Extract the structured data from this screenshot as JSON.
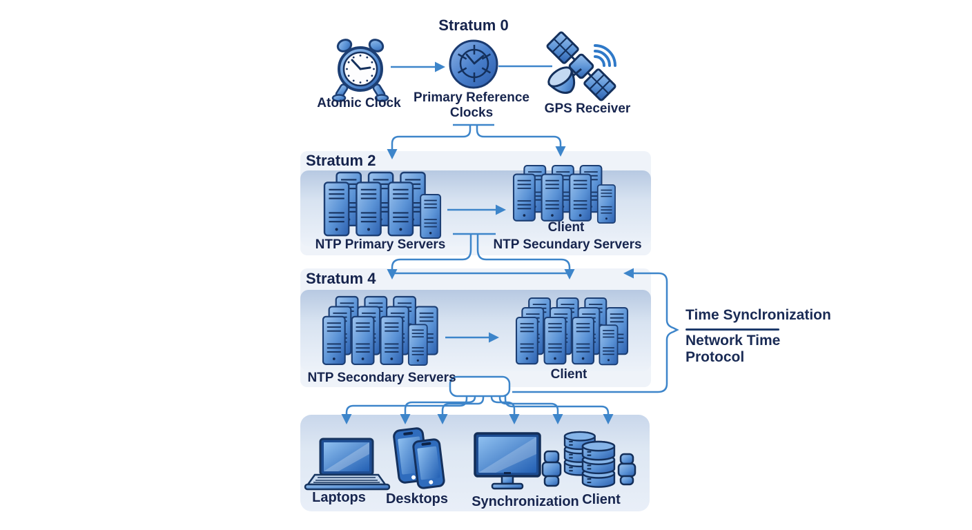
{
  "diagram": {
    "stratum0": {
      "title": "Stratum 0",
      "nodes": [
        {
          "icon": "alarm-clock-icon",
          "label": "Atomic Clock"
        },
        {
          "icon": "reference-clock-icon",
          "label": "Primary Reference Clocks"
        },
        {
          "icon": "gps-satellite-icon",
          "label": "GPS Receiver"
        }
      ]
    },
    "stratum2": {
      "title": "Stratum 2",
      "left_cluster_label": "NTP Primary Servers",
      "right_cluster_label_line1": "Client",
      "right_cluster_label_line2": "NTP Secundary Servers"
    },
    "stratum4": {
      "title": "Stratum 4",
      "left_cluster_label": "NTP Secondary Servers",
      "right_cluster_label": "Client"
    },
    "clients_band": {
      "items": [
        {
          "icon": "laptop-icon",
          "label": "Laptops"
        },
        {
          "icon": "smartphones-icon",
          "label": "Desktops"
        },
        {
          "icon": "monitor-icon",
          "label": "Synchronization"
        },
        {
          "icon": "database-stack-icon",
          "label": "Client"
        }
      ]
    },
    "annotation": {
      "title": "Time Synclronization",
      "subtitle_line1": "Network Time",
      "subtitle_line2": "Protocol"
    },
    "colors": {
      "connector": "#3d85ca",
      "text": "#17254e",
      "band_top": "#b7c9e2",
      "band_bottom": "#edf2f9",
      "icon_fill": "#3a74c4",
      "icon_stroke": "#1c3e73"
    }
  }
}
